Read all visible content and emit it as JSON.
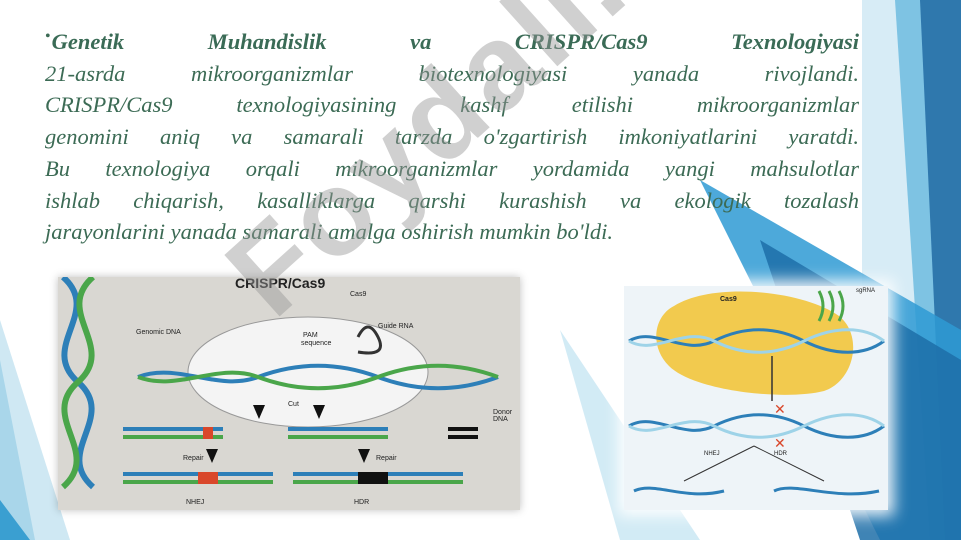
{
  "slide": {
    "bullet": "•",
    "heading": "Genetik Muhandislik va CRISPR/Cas9 Texnologiyasi",
    "paragraph_lines": [
      "21-asrda mikroorganizmlar biotexnologiyasi yanada rivojlandi.",
      "CRISPR/Cas9 texnologiyasining kashf etilishi mikroorganizmlar",
      "genomini aniq va samarali tarzda o'zgartirish imkoniyatlarini yaratdi.",
      "Bu texnologiya orqali mikroorganizmlar yordamida yangi mahsulotlar",
      "ishlab chiqarish, kasalliklarga qarshi kurashish va ekologik tozalash",
      "jarayonlarini yanada samarali amalga oshirish mumkin bo'ldi."
    ]
  },
  "figure1": {
    "title": "CRISPR/Cas9",
    "labels": {
      "genomic_dna": "Genomic DNA",
      "cas9": "Cas9",
      "guide_rna": "Guide RNA",
      "pam": "PAM",
      "sequence": "sequence",
      "cut": "Cut",
      "donor_dna": "Donor DNA",
      "repair_left": "Repair",
      "repair_right": "Repair",
      "nhej": "NHEJ",
      "hdr": "HDR"
    }
  },
  "figure2": {
    "labels": {
      "cas9": "Cas9",
      "sgrna": "sgRNA",
      "nhej": "NHEJ",
      "hdr": "HDR"
    }
  },
  "watermark": "Foydali.uz",
  "colors": {
    "text": "#3c6b55",
    "accent_light": "#9ed3e8",
    "accent_mid": "#3a9fd1",
    "accent_dark": "#1e5f8f",
    "cas9_yellow": "#f2c230",
    "dna_blue": "#2d7fb8",
    "dna_green": "#4aa64a",
    "dna_red": "#d9472b"
  }
}
